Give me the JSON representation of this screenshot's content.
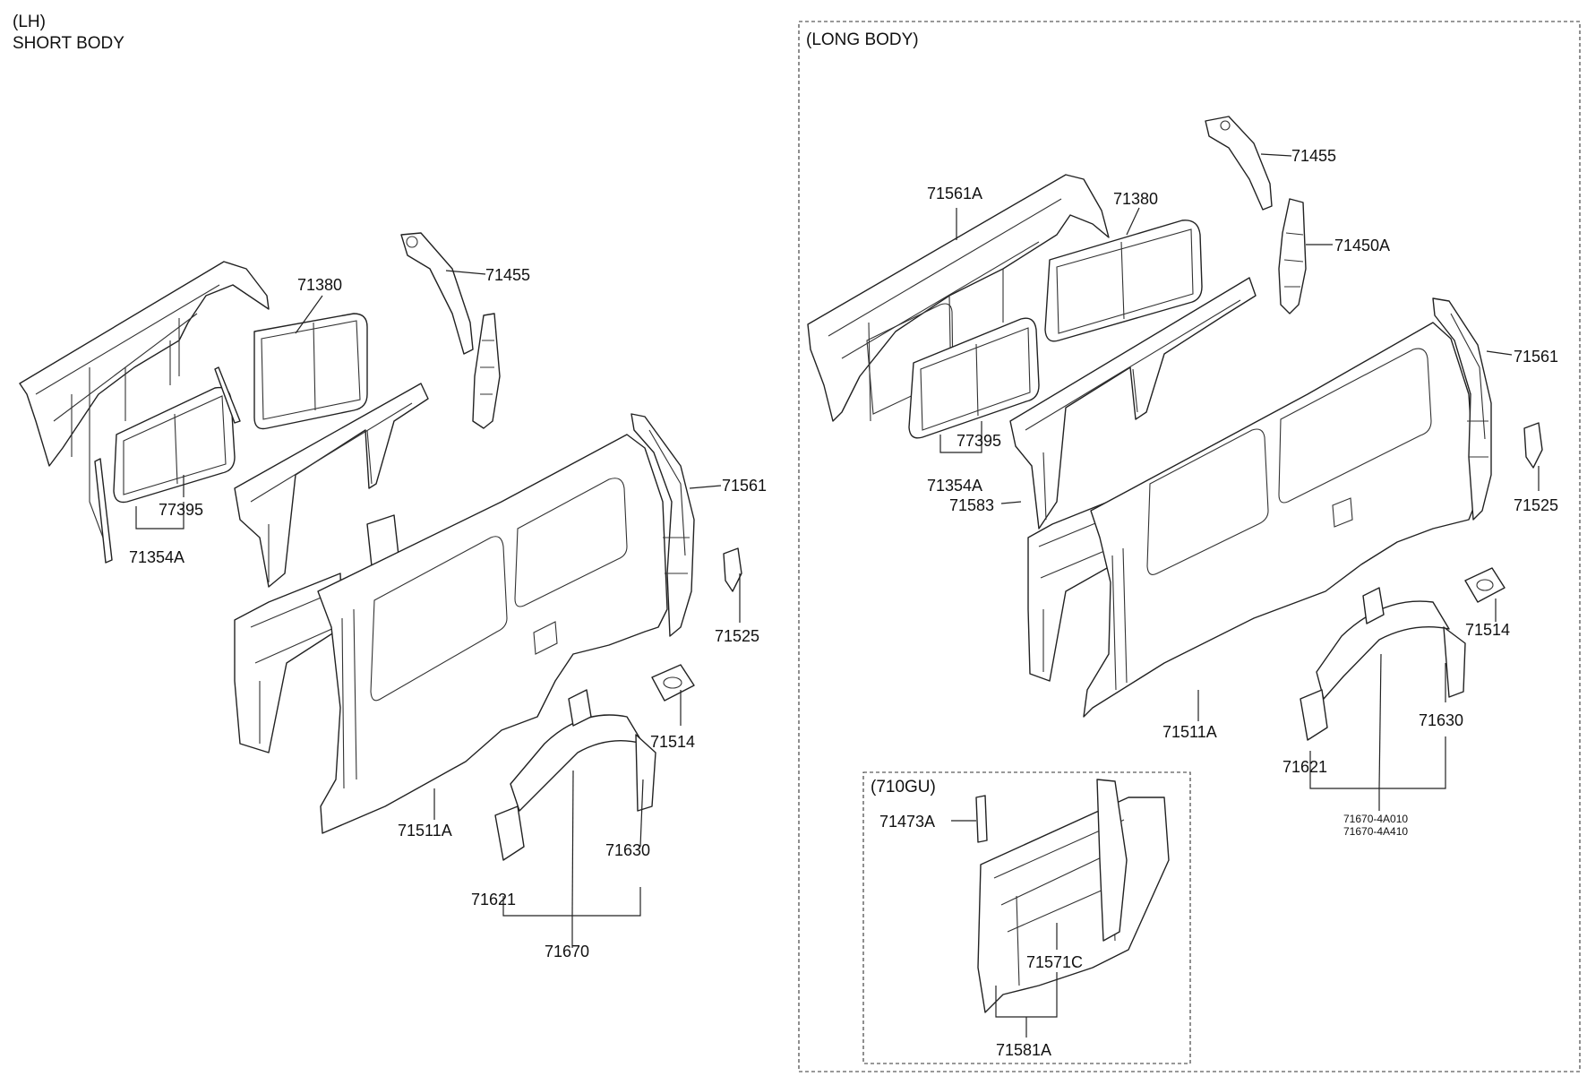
{
  "short_body": {
    "side": "(LH)",
    "title": "SHORT BODY",
    "labels": {
      "p71380": "71380",
      "p71455": "71455",
      "p77395": "77395",
      "p71354A": "71354A",
      "p71561": "71561",
      "p71525": "71525",
      "p71514": "71514",
      "p71511A": "71511A",
      "p71630": "71630",
      "p71621": "71621",
      "p71670": "71670"
    }
  },
  "long_body": {
    "title": "(LONG BODY)",
    "labels": {
      "p71561A": "71561A",
      "p71380": "71380",
      "p71455": "71455",
      "p71450A": "71450A",
      "p71561": "71561",
      "p77395": "77395",
      "p71354A": "71354A",
      "p71583": "71583",
      "p71525": "71525",
      "p71514": "71514",
      "p71511A": "71511A",
      "p71630": "71630",
      "p71621": "71621",
      "p71670_a": "71670-4A010",
      "p71670_b": "71670-4A410"
    },
    "sub_box": {
      "title": "(710GU)",
      "labels": {
        "p71473A": "71473A",
        "p71571C": "71571C",
        "p71581A": "71581A"
      }
    }
  }
}
